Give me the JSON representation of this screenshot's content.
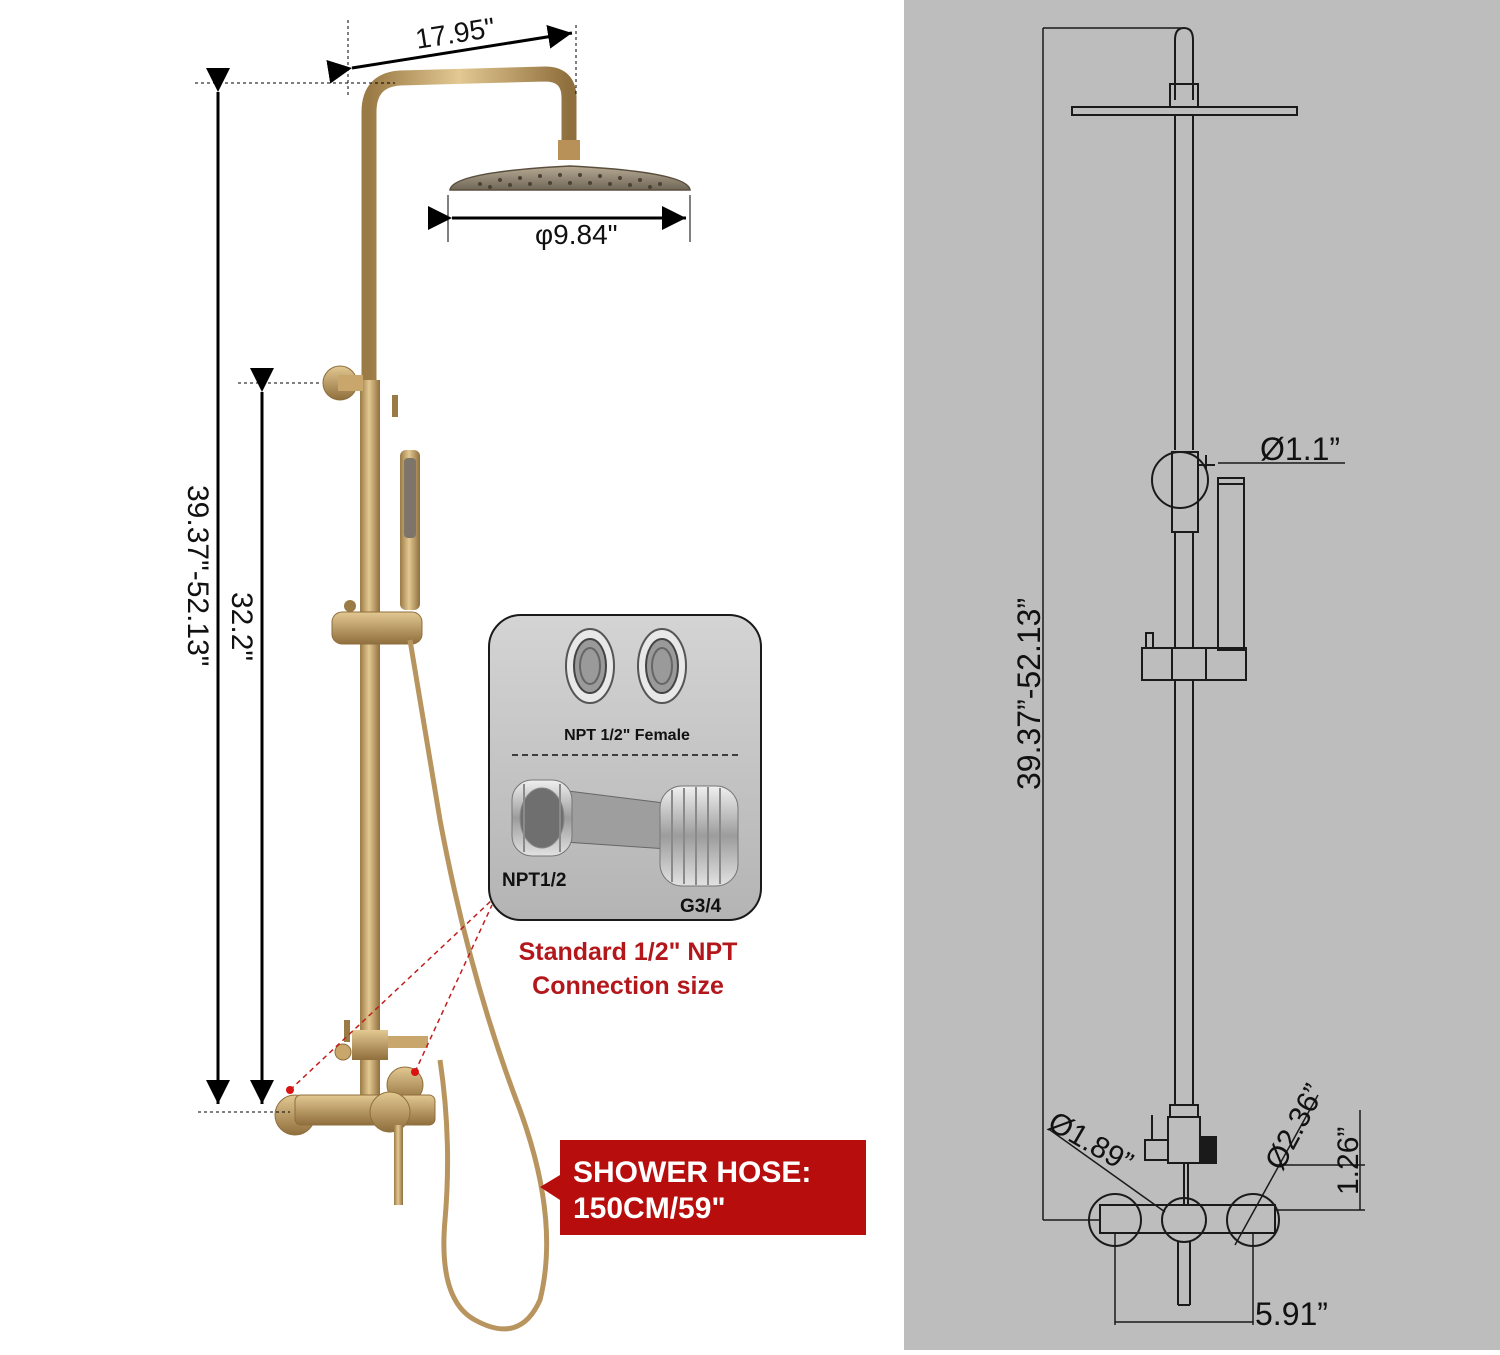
{
  "left_panel": {
    "dimensions": {
      "arm_width": "17.95\"",
      "head_diameter": "φ9.84\"",
      "total_height": "39.37\"-52.13\"",
      "slide_height": "32.2\""
    },
    "inset": {
      "female_label": "NPT 1/2\" Female",
      "npt_label": "NPT1/2",
      "g34_label": "G3/4"
    },
    "connection_note": {
      "line1": "Standard 1/2\" NPT",
      "line2": "Connection size"
    },
    "hose_banner": {
      "line1": "SHOWER HOSE:",
      "line2": "150CM/59\""
    }
  },
  "right_panel": {
    "dimensions": {
      "pipe_diameter": "Ø1.1”",
      "total_height": "39.37”-52.13”",
      "handle_diameter": "Ø1.89”",
      "flange_diameter": "Ø2.36”",
      "spout_height": "1.26”",
      "center_distance": "5.91”"
    }
  },
  "colors": {
    "gold": "#c9a66b",
    "gold_dark": "#9a7a45",
    "panel_gray": "#bdbdbd",
    "banner_red": "#b80d0d",
    "note_red": "#b3171b"
  }
}
